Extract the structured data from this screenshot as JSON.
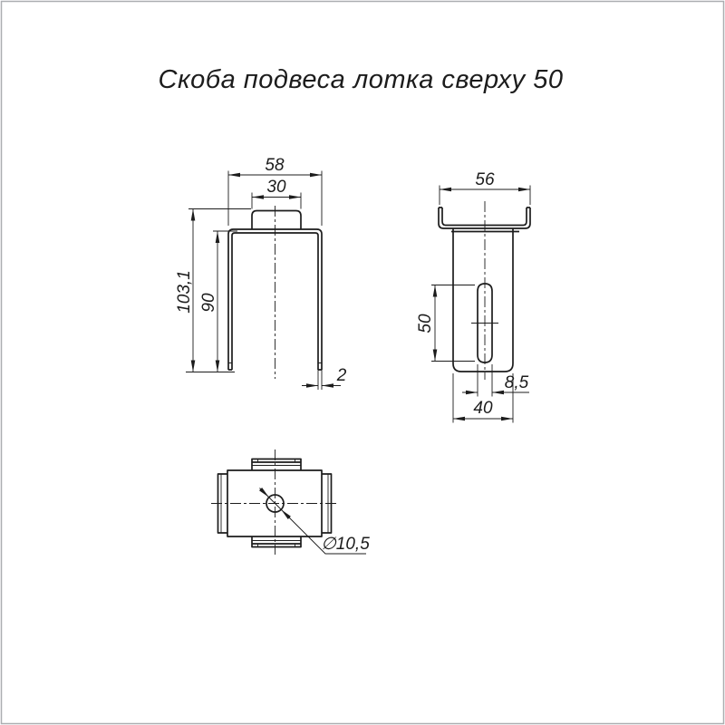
{
  "title": "Скоба подвеса лотка сверху 50",
  "colors": {
    "line": "#1c1c1c",
    "frame": "#abaeb1",
    "background": "#ffffff"
  },
  "front_view": {
    "dim_width_outer": "58",
    "dim_tab_width": "30",
    "dim_height_total": "103,1",
    "dim_height_leg": "90",
    "dim_thickness": "2"
  },
  "side_view": {
    "dim_width_lips": "56",
    "dim_slot_length": "50",
    "dim_slot_width": "8,5",
    "dim_body_width": "40"
  },
  "bottom_view": {
    "dim_hole_diameter": "∅10,5"
  }
}
